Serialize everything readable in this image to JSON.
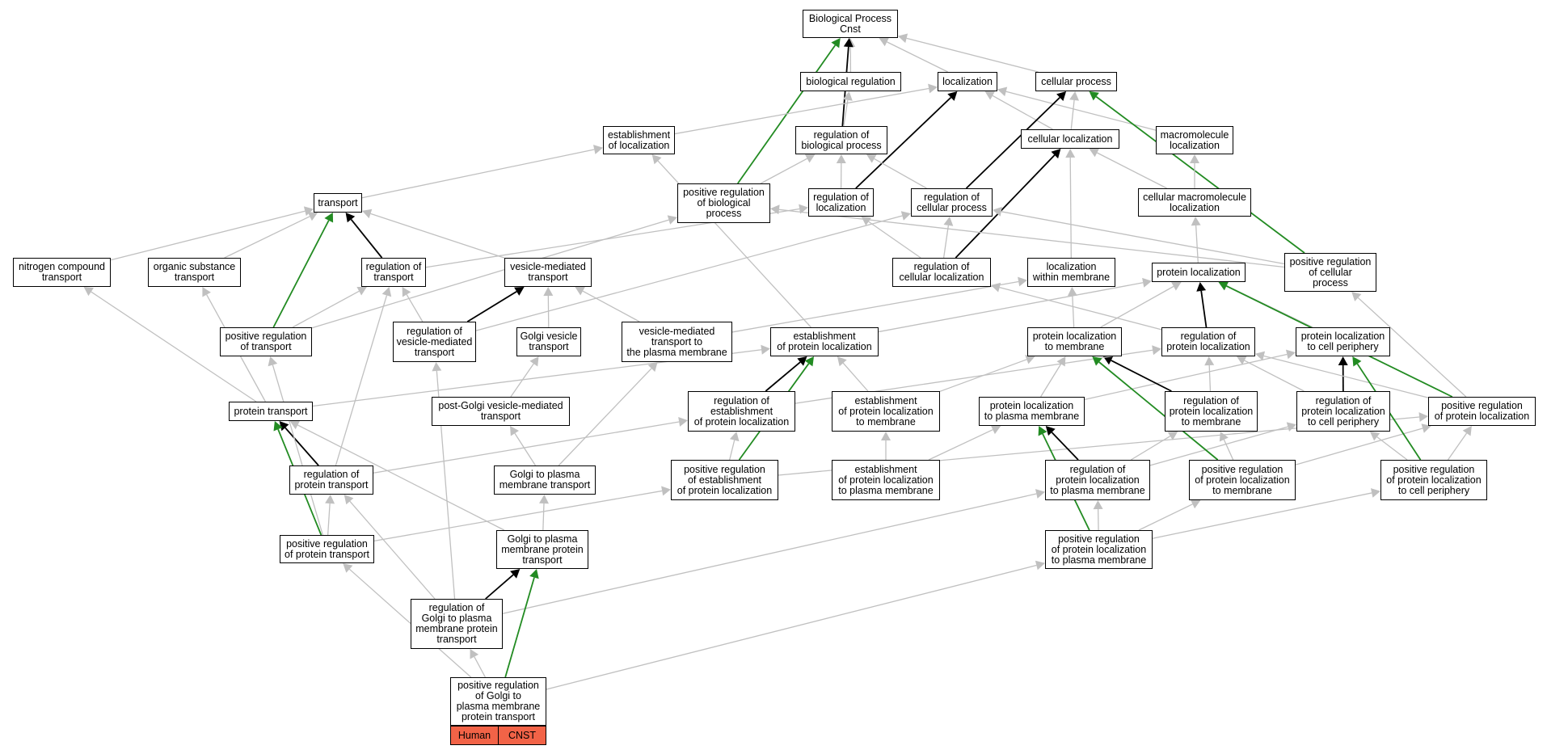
{
  "colors": {
    "is_a_edge": "#c0c0c0",
    "part_of_edge": "#000000",
    "positively_regulates_edge": "#228b22",
    "species_cell": "#f26347",
    "node_border": "#000000",
    "node_fill": "#ffffff"
  },
  "nodes": [
    {
      "id": "bp",
      "label": "Biological Process\nCnst"
    },
    {
      "id": "bioreg",
      "label": "biological regulation"
    },
    {
      "id": "loc",
      "label": "localization"
    },
    {
      "id": "cellproc",
      "label": "cellular process"
    },
    {
      "id": "estloc",
      "label": "establishment\nof localization"
    },
    {
      "id": "regbio",
      "label": "regulation of\nbiological process"
    },
    {
      "id": "cellloc",
      "label": "cellular localization"
    },
    {
      "id": "macloc",
      "label": "macromolecule\nlocalization"
    },
    {
      "id": "transport",
      "label": "transport"
    },
    {
      "id": "posregbio",
      "label": "positive regulation\nof biological\nprocess"
    },
    {
      "id": "regloc",
      "label": "regulation of\nlocalization"
    },
    {
      "id": "regcell",
      "label": "regulation of\ncellular process"
    },
    {
      "id": "cellmacloc",
      "label": "cellular macromolecule\nlocalization"
    },
    {
      "id": "nitro",
      "label": "nitrogen compound\ntransport"
    },
    {
      "id": "organic",
      "label": "organic substance\ntransport"
    },
    {
      "id": "regtrans",
      "label": "regulation of\ntransport"
    },
    {
      "id": "vesmed",
      "label": "vesicle-mediated\ntransport"
    },
    {
      "id": "regcellloc",
      "label": "regulation of\ncellular localization"
    },
    {
      "id": "locmem",
      "label": "localization\nwithin membrane"
    },
    {
      "id": "protloc",
      "label": "protein localization"
    },
    {
      "id": "posregcell",
      "label": "positive regulation\nof cellular\nprocess"
    },
    {
      "id": "posregtrans",
      "label": "positive regulation\nof transport"
    },
    {
      "id": "regvesmed",
      "label": "regulation of\nvesicle-mediated\ntransport"
    },
    {
      "id": "golgives",
      "label": "Golgi vesicle\ntransport"
    },
    {
      "id": "vesmedpm",
      "label": "vesicle-mediated\ntransport to\nthe plasma membrane"
    },
    {
      "id": "estprotloc",
      "label": "establishment\nof protein localization"
    },
    {
      "id": "protlocmem",
      "label": "protein localization\nto membrane"
    },
    {
      "id": "regprotloc",
      "label": "regulation of\nprotein localization"
    },
    {
      "id": "protloccp",
      "label": "protein localization\nto cell periphery"
    },
    {
      "id": "prottrans",
      "label": "protein transport"
    },
    {
      "id": "postgolgi",
      "label": "post-Golgi vesicle-mediated\ntransport"
    },
    {
      "id": "regestprotloc",
      "label": "regulation of\nestablishment\nof protein localization"
    },
    {
      "id": "estprotlocmem",
      "label": "establishment\nof protein localization\nto membrane"
    },
    {
      "id": "protlocpm",
      "label": "protein localization\nto plasma membrane"
    },
    {
      "id": "regprotlocmem",
      "label": "regulation of\nprotein localization\nto membrane"
    },
    {
      "id": "regprotloccp",
      "label": "regulation of\nprotein localization\nto cell periphery"
    },
    {
      "id": "posregprotloc",
      "label": "positive regulation\nof protein localization"
    },
    {
      "id": "regprottrans",
      "label": "regulation of\nprotein transport"
    },
    {
      "id": "golgipm",
      "label": "Golgi to plasma\nmembrane transport"
    },
    {
      "id": "posregestprotloc",
      "label": "positive regulation\nof establishment\nof protein localization"
    },
    {
      "id": "estprotlocpm",
      "label": "establishment\nof protein localization\nto plasma membrane"
    },
    {
      "id": "regprotlocpm",
      "label": "regulation of\nprotein localization\nto plasma membrane"
    },
    {
      "id": "posregprotlocmem",
      "label": "positive regulation\nof protein localization\nto membrane"
    },
    {
      "id": "posregprotloccp",
      "label": "positive regulation\nof protein localization\nto cell periphery"
    },
    {
      "id": "posregprottrans",
      "label": "positive regulation\nof protein transport"
    },
    {
      "id": "golgipmprot",
      "label": "Golgi to plasma\nmembrane protein\ntransport"
    },
    {
      "id": "posregprotlocpm",
      "label": "positive regulation\nof protein localization\nto plasma membrane"
    },
    {
      "id": "reggolgipmprot",
      "label": "regulation of\nGolgi to plasma\nmembrane protein\ntransport"
    },
    {
      "id": "posreggolgipmprot",
      "label": "positive regulation\nof Golgi to\nplasma membrane\nprotein transport"
    }
  ],
  "leaf_annotation": {
    "node": "posreggolgipmprot",
    "cells": [
      "Human",
      "CNST"
    ]
  },
  "edges": [
    {
      "from": "bioreg",
      "to": "bp",
      "type": "is_a"
    },
    {
      "from": "loc",
      "to": "bp",
      "type": "is_a"
    },
    {
      "from": "cellproc",
      "to": "bp",
      "type": "is_a"
    },
    {
      "from": "regbio",
      "to": "bp",
      "type": "part_of"
    },
    {
      "from": "posregbio",
      "to": "bp",
      "type": "positively_regulates"
    },
    {
      "from": "estloc",
      "to": "loc",
      "type": "is_a"
    },
    {
      "from": "regbio",
      "to": "bioreg",
      "type": "is_a"
    },
    {
      "from": "regloc",
      "to": "loc",
      "type": "part_of"
    },
    {
      "from": "cellloc",
      "to": "loc",
      "type": "is_a"
    },
    {
      "from": "cellloc",
      "to": "cellproc",
      "type": "is_a"
    },
    {
      "from": "macloc",
      "to": "loc",
      "type": "is_a"
    },
    {
      "from": "regcell",
      "to": "cellproc",
      "type": "part_of"
    },
    {
      "from": "posregcell",
      "to": "cellproc",
      "type": "positively_regulates"
    },
    {
      "from": "transport",
      "to": "estloc",
      "type": "is_a"
    },
    {
      "from": "posregbio",
      "to": "regbio",
      "type": "is_a"
    },
    {
      "from": "regloc",
      "to": "regbio",
      "type": "is_a"
    },
    {
      "from": "regcell",
      "to": "regbio",
      "type": "is_a"
    },
    {
      "from": "cellmacloc",
      "to": "cellloc",
      "type": "is_a"
    },
    {
      "from": "cellmacloc",
      "to": "macloc",
      "type": "is_a"
    },
    {
      "from": "regcellloc",
      "to": "cellloc",
      "type": "part_of"
    },
    {
      "from": "locmem",
      "to": "cellloc",
      "type": "is_a"
    },
    {
      "from": "nitro",
      "to": "transport",
      "type": "is_a"
    },
    {
      "from": "organic",
      "to": "transport",
      "type": "is_a"
    },
    {
      "from": "regtrans",
      "to": "transport",
      "type": "part_of"
    },
    {
      "from": "vesmed",
      "to": "transport",
      "type": "is_a"
    },
    {
      "from": "posregtrans",
      "to": "transport",
      "type": "positively_regulates"
    },
    {
      "from": "regtrans",
      "to": "regloc",
      "type": "is_a"
    },
    {
      "from": "posregtrans",
      "to": "posregbio",
      "type": "is_a"
    },
    {
      "from": "posregcell",
      "to": "posregbio",
      "type": "is_a"
    },
    {
      "from": "regcellloc",
      "to": "regloc",
      "type": "is_a"
    },
    {
      "from": "regcellloc",
      "to": "regcell",
      "type": "is_a"
    },
    {
      "from": "regvesmed",
      "to": "regcell",
      "type": "is_a"
    },
    {
      "from": "posregcell",
      "to": "regcell",
      "type": "is_a"
    },
    {
      "from": "protloc",
      "to": "cellmacloc",
      "type": "is_a"
    },
    {
      "from": "posregtrans",
      "to": "regtrans",
      "type": "is_a"
    },
    {
      "from": "regvesmed",
      "to": "regtrans",
      "type": "is_a"
    },
    {
      "from": "regvesmed",
      "to": "vesmed",
      "type": "part_of"
    },
    {
      "from": "golgives",
      "to": "vesmed",
      "type": "is_a"
    },
    {
      "from": "vesmedpm",
      "to": "vesmed",
      "type": "is_a"
    },
    {
      "from": "estprotloc",
      "to": "estloc",
      "type": "is_a"
    },
    {
      "from": "estprotloc",
      "to": "protloc",
      "type": "is_a"
    },
    {
      "from": "protlocmem",
      "to": "protloc",
      "type": "is_a"
    },
    {
      "from": "protlocmem",
      "to": "locmem",
      "type": "is_a"
    },
    {
      "from": "regprotloc",
      "to": "protloc",
      "type": "part_of"
    },
    {
      "from": "regprotloc",
      "to": "regcellloc",
      "type": "is_a"
    },
    {
      "from": "protloccp",
      "to": "protloc",
      "type": "is_a"
    },
    {
      "from": "vesmedpm",
      "to": "locmem",
      "type": "is_a"
    },
    {
      "from": "posregprotloc",
      "to": "protloc",
      "type": "positively_regulates"
    },
    {
      "from": "posregprotloc",
      "to": "posregcell",
      "type": "is_a"
    },
    {
      "from": "prottrans",
      "to": "nitro",
      "type": "is_a"
    },
    {
      "from": "prottrans",
      "to": "organic",
      "type": "is_a"
    },
    {
      "from": "prottrans",
      "to": "estprotloc",
      "type": "is_a"
    },
    {
      "from": "postgolgi",
      "to": "golgives",
      "type": "is_a"
    },
    {
      "from": "regestprotloc",
      "to": "estprotloc",
      "type": "part_of"
    },
    {
      "from": "estprotlocmem",
      "to": "estprotloc",
      "type": "is_a"
    },
    {
      "from": "estprotlocmem",
      "to": "protlocmem",
      "type": "is_a"
    },
    {
      "from": "protlocpm",
      "to": "protlocmem",
      "type": "is_a"
    },
    {
      "from": "protlocpm",
      "to": "protloccp",
      "type": "is_a"
    },
    {
      "from": "regprotlocmem",
      "to": "protlocmem",
      "type": "part_of"
    },
    {
      "from": "regprotlocmem",
      "to": "regprotloc",
      "type": "is_a"
    },
    {
      "from": "regprotloccp",
      "to": "protloccp",
      "type": "part_of"
    },
    {
      "from": "regprotloccp",
      "to": "regprotloc",
      "type": "is_a"
    },
    {
      "from": "regestprotloc",
      "to": "regprotloc",
      "type": "is_a"
    },
    {
      "from": "posregprotloc",
      "to": "regprotloc",
      "type": "is_a"
    },
    {
      "from": "regprottrans",
      "to": "prottrans",
      "type": "part_of"
    },
    {
      "from": "regprottrans",
      "to": "regtrans",
      "type": "is_a"
    },
    {
      "from": "regprottrans",
      "to": "regestprotloc",
      "type": "is_a"
    },
    {
      "from": "golgipm",
      "to": "postgolgi",
      "type": "is_a"
    },
    {
      "from": "golgipm",
      "to": "vesmedpm",
      "type": "is_a"
    },
    {
      "from": "posregestprotloc",
      "to": "estprotloc",
      "type": "positively_regulates"
    },
    {
      "from": "posregestprotloc",
      "to": "regestprotloc",
      "type": "is_a"
    },
    {
      "from": "posregestprotloc",
      "to": "posregprotloc",
      "type": "is_a"
    },
    {
      "from": "estprotlocpm",
      "to": "estprotlocmem",
      "type": "is_a"
    },
    {
      "from": "estprotlocpm",
      "to": "protlocpm",
      "type": "is_a"
    },
    {
      "from": "regprotlocpm",
      "to": "protlocpm",
      "type": "part_of"
    },
    {
      "from": "regprotlocpm",
      "to": "regprotlocmem",
      "type": "is_a"
    },
    {
      "from": "regprotlocpm",
      "to": "regprotloccp",
      "type": "is_a"
    },
    {
      "from": "posregprotlocmem",
      "to": "protlocmem",
      "type": "positively_regulates"
    },
    {
      "from": "posregprotlocmem",
      "to": "regprotlocmem",
      "type": "is_a"
    },
    {
      "from": "posregprotlocmem",
      "to": "posregprotloc",
      "type": "is_a"
    },
    {
      "from": "posregprotloccp",
      "to": "protloccp",
      "type": "positively_regulates"
    },
    {
      "from": "posregprotloccp",
      "to": "regprotloccp",
      "type": "is_a"
    },
    {
      "from": "posregprotloccp",
      "to": "posregprotloc",
      "type": "is_a"
    },
    {
      "from": "posregprottrans",
      "to": "prottrans",
      "type": "positively_regulates"
    },
    {
      "from": "posregprottrans",
      "to": "regprottrans",
      "type": "is_a"
    },
    {
      "from": "posregprottrans",
      "to": "posregtrans",
      "type": "is_a"
    },
    {
      "from": "posregprottrans",
      "to": "posregestprotloc",
      "type": "is_a"
    },
    {
      "from": "golgipmprot",
      "to": "prottrans",
      "type": "is_a"
    },
    {
      "from": "golgipmprot",
      "to": "golgipm",
      "type": "is_a"
    },
    {
      "from": "posregprotlocpm",
      "to": "protlocpm",
      "type": "positively_regulates"
    },
    {
      "from": "posregprotlocpm",
      "to": "regprotlocpm",
      "type": "is_a"
    },
    {
      "from": "posregprotlocpm",
      "to": "posregprotlocmem",
      "type": "is_a"
    },
    {
      "from": "posregprotlocpm",
      "to": "posregprotloccp",
      "type": "is_a"
    },
    {
      "from": "reggolgipmprot",
      "to": "golgipmprot",
      "type": "part_of"
    },
    {
      "from": "reggolgipmprot",
      "to": "regprottrans",
      "type": "is_a"
    },
    {
      "from": "reggolgipmprot",
      "to": "regvesmed",
      "type": "is_a"
    },
    {
      "from": "reggolgipmprot",
      "to": "regprotlocpm",
      "type": "is_a"
    },
    {
      "from": "posreggolgipmprot",
      "to": "golgipmprot",
      "type": "positively_regulates"
    },
    {
      "from": "posreggolgipmprot",
      "to": "reggolgipmprot",
      "type": "is_a"
    },
    {
      "from": "posreggolgipmprot",
      "to": "posregprottrans",
      "type": "is_a"
    },
    {
      "from": "posreggolgipmprot",
      "to": "posregprotlocpm",
      "type": "is_a"
    }
  ]
}
